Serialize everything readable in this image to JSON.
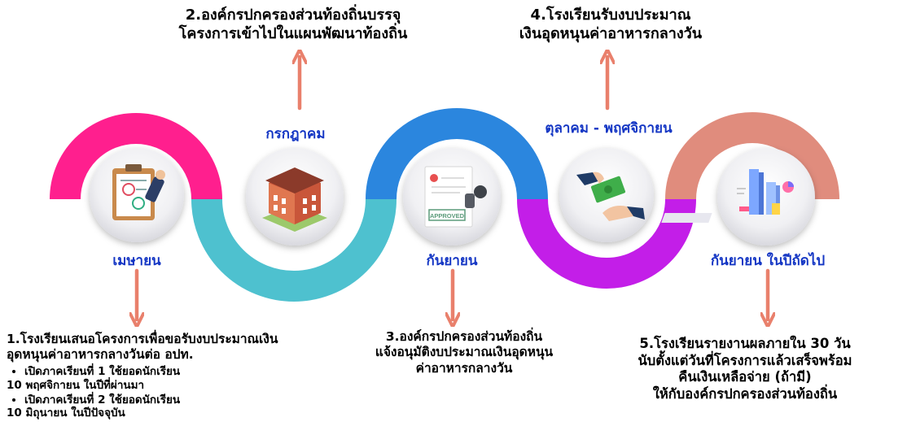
{
  "colors": {
    "magenta": "#ff1f8e",
    "teal": "#4ec1cf",
    "blue": "#2b86de",
    "purple": "#c31ee8",
    "salmon": "#e08c7d",
    "arrow": "#e9806c",
    "month_text": "#1436c4"
  },
  "icons": [
    "clipboard-plan-icon",
    "school-building-icon",
    "approved-document-icon",
    "money-handover-icon",
    "bar-chart-report-icon"
  ],
  "months": {
    "m1": "เมษายน",
    "m2": "กรกฎาคม",
    "m3": "กันยายน",
    "m4": "ตุลาคม - พฤศจิกายน",
    "m5": "กันยายน ในปีถัดไป"
  },
  "steps": {
    "step1": {
      "title_line1": "1.โรงเรียนเสนอโครงการเพื่อขอรับงบประมาณเงิน",
      "title_line2": "อุดหนุนค่าอาหารกลางวันต่อ อปท.",
      "bullets": [
        {
          "line1": "เปิดภาคเรียนที่ 1 ใช้ยอดนักเรียน",
          "line2": "10 พฤศจิกายน ในปีที่ผ่านมา"
        },
        {
          "line1": "เปิดภาคเรียนที่ 2 ใช้ยอดนักเรียน",
          "line2": "10 มิถุนายน ในปีปัจจุบัน"
        }
      ]
    },
    "step2": {
      "line1": "2.องค์กรปกครองส่วนท้องถิ่นบรรจุ",
      "line2": "โครงการเข้าไปในแผนพัฒนาท้องถิ่น"
    },
    "step3": {
      "line1": "3.องค์กรปกครองส่วนท้องถิ่น",
      "line2": "แจ้งอนุมัติงบประมาณเงินอุดหนุน",
      "line3": "ค่าอาหารกลางวัน"
    },
    "step4": {
      "line1": "4.โรงเรียนรับงบประมาณ",
      "line2": "เงินอุดหนุนค่าอาหารกลางวัน"
    },
    "step5": {
      "line1": "5.โรงเรียนรายงานผลภายใน 30 วัน",
      "line2": "นับตั้งแต่วันที่โครงการแล้วเสร็จพร้อม",
      "line3": "คืนเงินเหลือจ่าย (ถ้ามี)",
      "line4": "ให้กับองค์กรปกครองส่วนท้องถิ่น"
    },
    "approved_stamp": "APPROVED"
  }
}
